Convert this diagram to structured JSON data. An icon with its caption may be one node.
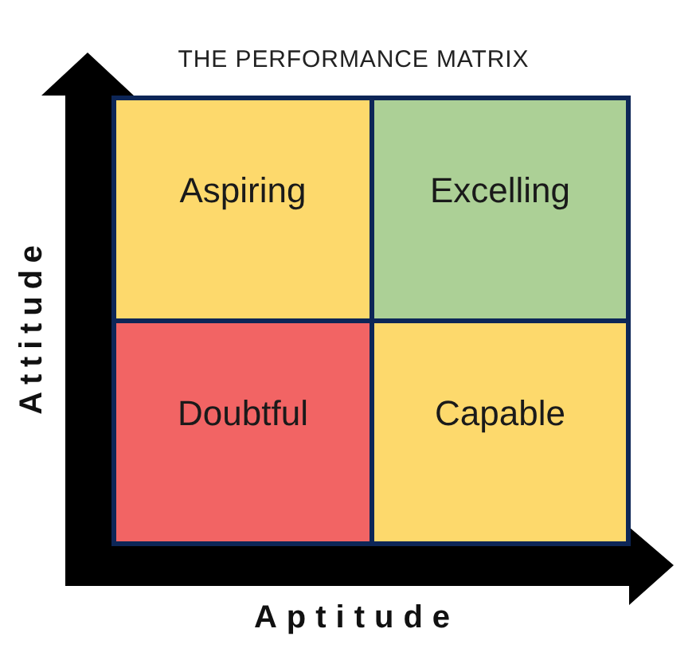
{
  "diagram": {
    "title": "THE PERFORMANCE MATRIX",
    "nodes": [
      {
        "text": [
          "Aspiring"
        ]
      },
      {
        "text": [
          "Excelling"
        ]
      },
      {
        "text": [
          "Doubtful"
        ]
      },
      {
        "text": [
          "Capable"
        ]
      }
    ],
    "labels": [
      "Attitude",
      "Aptitude"
    ]
  }
}
